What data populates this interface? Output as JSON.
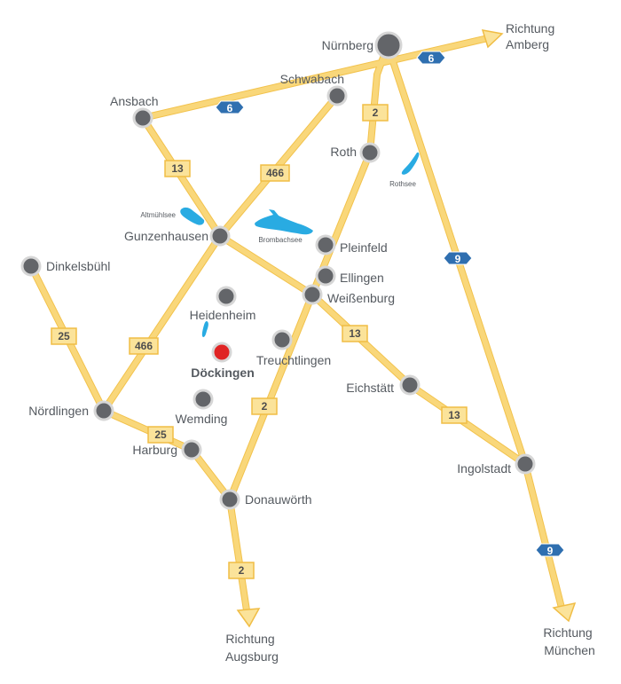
{
  "map": {
    "cities": {
      "nuernberg": "Nürnberg",
      "schwabach": "Schwabach",
      "ansbach": "Ansbach",
      "roth": "Roth",
      "gunzenhausen": "Gunzenhausen",
      "pleinfeld": "Pleinfeld",
      "dinkelsbuehl": "Dinkelsbühl",
      "ellingen": "Ellingen",
      "weissenburg": "Weißenburg",
      "heidenheim": "Heidenheim",
      "treuchtlingen": "Treuchtlingen",
      "doeckingen": "Döckingen",
      "eichstaett": "Eichstätt",
      "noerdlingen": "Nördlingen",
      "wemding": "Wemding",
      "harburg": "Harburg",
      "ingolstadt": "Ingolstadt",
      "donauwoerth": "Donauwörth"
    },
    "lakes": {
      "altmuehlsee": "Altmühlsee",
      "brombachsee": "Brombachsee",
      "rothsee": "Rothsee"
    },
    "directions": {
      "amberg": [
        "Richtung",
        "Amberg"
      ],
      "augsburg": [
        "Richtung",
        "Augsburg"
      ],
      "muenchen": [
        "Richtung",
        "München"
      ]
    },
    "road_numbers": {
      "b13": "13",
      "b466": "466",
      "b2": "2",
      "b25": "25",
      "a6": "6",
      "a9": "9"
    },
    "colors": {
      "road": "#f9d77a",
      "road_edge": "#f2c24c",
      "city": "#636569",
      "highlight_city": "#e02424",
      "lake": "#29abe2",
      "autobahn_shield": "#2f6fb0"
    }
  }
}
